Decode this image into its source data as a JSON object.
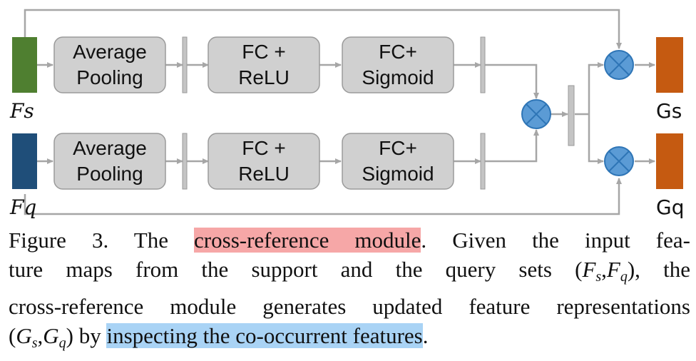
{
  "diagram": {
    "inputs": [
      {
        "label": "Fs",
        "color": "#4f7f30"
      },
      {
        "label": "Fq",
        "color": "#1f4e79"
      }
    ],
    "outputs": [
      {
        "label": "Gs",
        "color": "#c55a11"
      },
      {
        "label": "Gq",
        "color": "#c55a11"
      }
    ],
    "blocks": {
      "avg_pool": [
        "Average",
        "Pooling"
      ],
      "fc_relu": [
        "FC +",
        "ReLU"
      ],
      "fc_sigmoid": [
        "FC+",
        "Sigmoid"
      ]
    },
    "colors": {
      "block_fill": "#d0d0d0",
      "block_stroke": "#9a9a9a",
      "arrow": "#a6a6a6",
      "multiply_fill": "#5b9bd5",
      "multiply_stroke": "#2e75b6"
    }
  },
  "caption": {
    "line1_prefix": "Figure 3. The ",
    "highlight1": "cross-reference module",
    "line1_suffix": ".  Given the input fea-",
    "line2_text": "ture maps from the support and the query sets (",
    "line2_F": "F",
    "line2_s": "s",
    "line2_F2": "F",
    "line2_q": "q",
    "line2_end": "), the",
    "line3": "cross-reference module generates updated feature representations",
    "line4_G": "G",
    "line4_s": "s",
    "line4_G2": "G",
    "line4_q": "q",
    "line4_mid": ") by ",
    "highlight2": "inspecting the co-occurrent features",
    "line4_end": "."
  }
}
